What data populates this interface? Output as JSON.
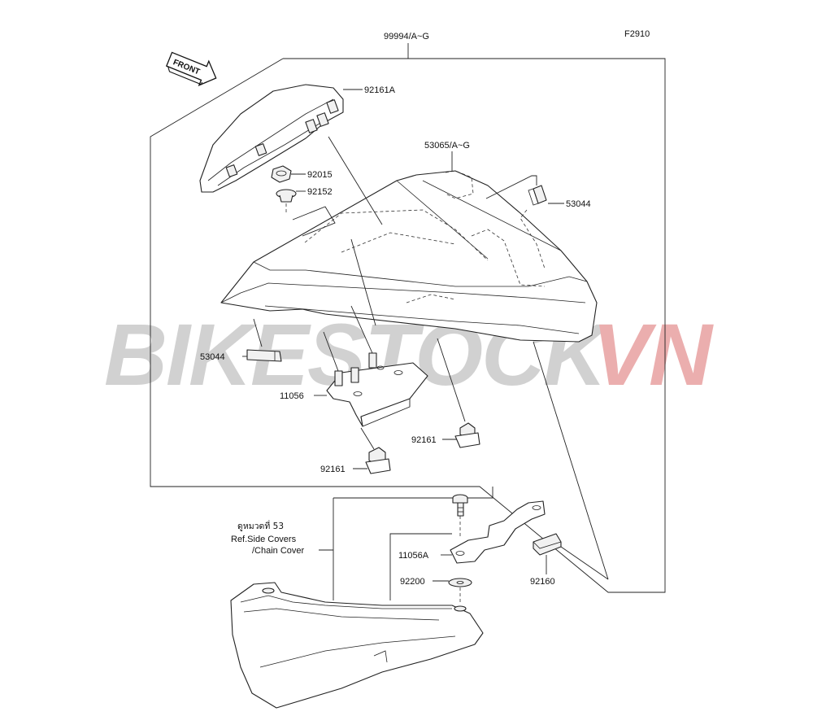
{
  "figure_code": "F2910",
  "front_label": "FRONT",
  "watermark": {
    "text_grey": "BIKESTOCK",
    "text_red": "VN",
    "color_grey": "#c9c9c9",
    "color_red": "#e8a0a0"
  },
  "callouts": {
    "assembly": "99994/A~G",
    "tail_cover_cap": "92161A",
    "cover_assy": "53065/A~G",
    "clip_right": "53044",
    "clip_left": "53044",
    "nut": "92015",
    "grommet": "92152",
    "bracket": "11056",
    "damper_right": "92161",
    "damper_left": "92161",
    "bolt_bracket": "11056A",
    "washer": "92200",
    "pad": "92160"
  },
  "reference_note": {
    "line1": "ดูหมวดที่ 53",
    "line2": "Ref.Side Covers",
    "line3": "/Chain Cover"
  }
}
